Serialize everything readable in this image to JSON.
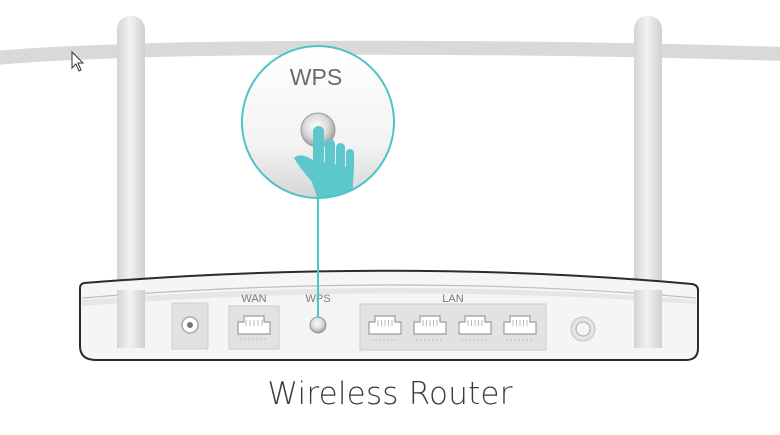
{
  "diagram": {
    "caption": "Wireless Router",
    "callout": {
      "label": "WPS"
    },
    "ports": {
      "wan": "WAN",
      "wps": "WPS",
      "lan": "LAN"
    },
    "lan_port_count": 4
  },
  "colors": {
    "accent": "#4ec3c8",
    "hand": "#5cc7cc",
    "router_body": "#f4f4f4",
    "router_outline": "#2a2a2a",
    "antenna": "#e8e8e8",
    "cable": "#d8d8d8",
    "port_bg": "#e3e3e3"
  }
}
